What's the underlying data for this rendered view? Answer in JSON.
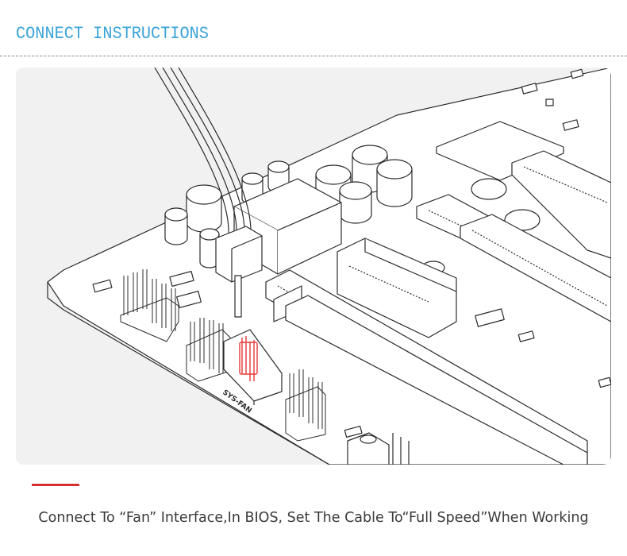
{
  "header": {
    "title": "CONNECT INSTRUCTIONS"
  },
  "illustration": {
    "header_label": "SYS-FAN",
    "highlight_color": "#e53935"
  },
  "caption": {
    "text": "Connect To “Fan” Interface,In BIOS, Set The Cable To“Full Speed”When Working"
  },
  "colors": {
    "title": "#3aa3d8",
    "accent_bar": "#d32f2f",
    "panel_bg": "#f1f1f1",
    "text": "#3a3a3a"
  }
}
